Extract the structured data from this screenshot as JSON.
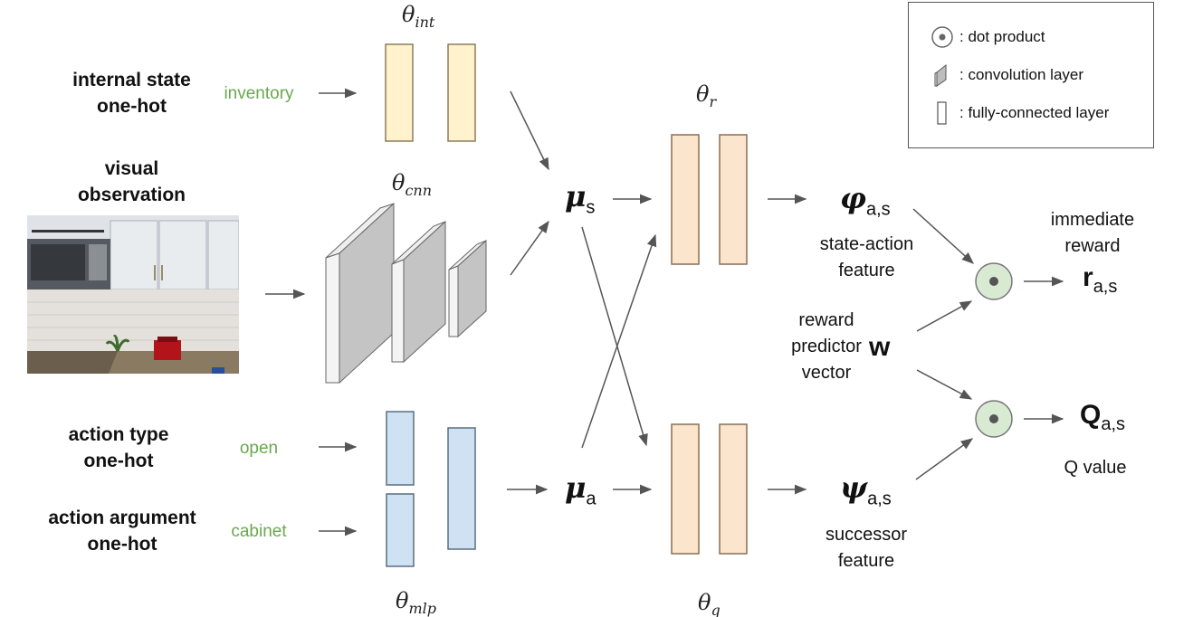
{
  "inputs": {
    "internal_state": "internal state\none-hot",
    "visual_observation": "visual\nobservation",
    "action_type": "action type\none-hot",
    "action_argument": "action argument\none-hot"
  },
  "input_values": {
    "inventory": "inventory",
    "open": "open",
    "cabinet": "cabinet"
  },
  "theta_labels": {
    "int": "int",
    "cnn": "cnn",
    "mlp": "mlp",
    "r": "r",
    "q": "q"
  },
  "symbols": {
    "mu_s": "μ",
    "mu_s_sub": "s",
    "mu_a": "μ",
    "mu_a_sub": "a",
    "phi": "φ",
    "phi_sub": "a,s",
    "psi": "ψ",
    "psi_sub": "a,s",
    "w": "w",
    "r": "r",
    "r_sub": "a,s",
    "Q": "Q",
    "Q_sub": "a,s"
  },
  "text_labels": {
    "state_action_feature": "state-action\nfeature",
    "reward_predictor": "reward\npredictor\nvector",
    "successor_feature": "successor\nfeature",
    "immediate_reward": "immediate\nreward",
    "q_value": "Q value"
  },
  "legend": {
    "dot_product": ": dot product",
    "convolution": ": convolution layer",
    "fully_connected": ": fully-connected layer"
  },
  "colors": {
    "fc_yellow": "#fff2cc",
    "fc_yellow_border": "#8a7d5a",
    "fc_orange": "#fce5cd",
    "fc_orange_border": "#8a6f55",
    "fc_blue": "#cfe2f3",
    "fc_blue_border": "#5b6e80",
    "conv_gray": "#bdbdbd",
    "dot_green": "#d9ead3",
    "input_green": "#6aa84f"
  }
}
